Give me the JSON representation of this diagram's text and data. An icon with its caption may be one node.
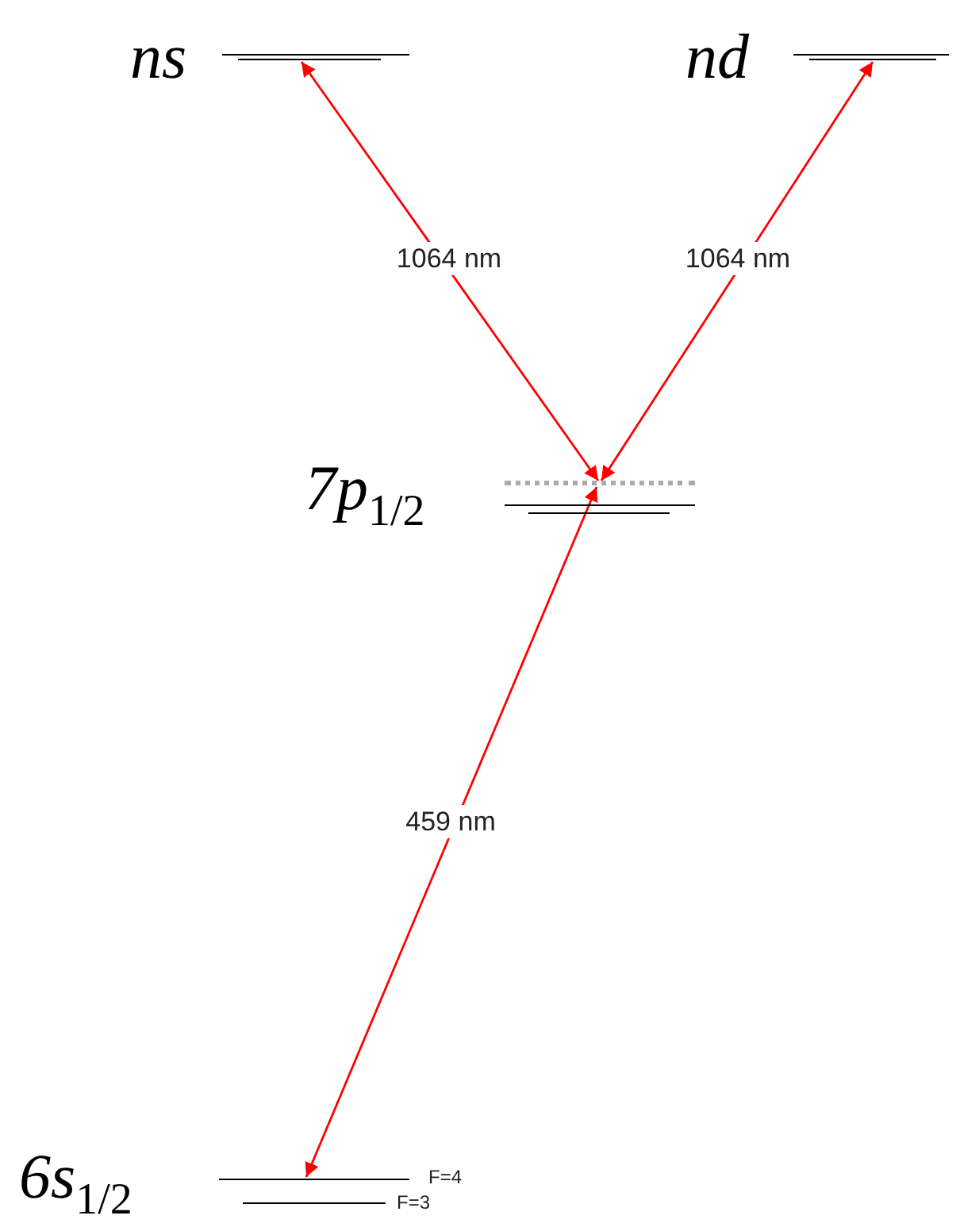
{
  "diagram": {
    "nodes": [
      {
        "text": [],
        "shape": "bar",
        "beside": [
          "ns"
        ]
      },
      {
        "text": [],
        "shape": "bar",
        "beside": [
          "nd"
        ]
      },
      {
        "text": [],
        "shape": "bar"
      },
      {
        "text": [],
        "shape": "bar",
        "beside": [
          "7p$_{1/2}$"
        ]
      },
      {
        "text": [],
        "shape": "bar",
        "beside": [
          "F=4"
        ]
      },
      {
        "text": [],
        "shape": "bar",
        "beside": [
          "F=3"
        ]
      }
    ],
    "edges": [
      {
        "from": 2,
        "to": 0,
        "arrow": "both",
        "label": "1064 nm",
        "color": "#ff0000"
      },
      {
        "from": 2,
        "to": 1,
        "arrow": "both",
        "label": "1064 nm",
        "color": "#ff0000"
      },
      {
        "from": 2,
        "to": 4,
        "arrow": "both",
        "label": "459 nm",
        "color": "#ff0000"
      }
    ],
    "labels": [
      "6s$_{1/2}$"
    ]
  }
}
